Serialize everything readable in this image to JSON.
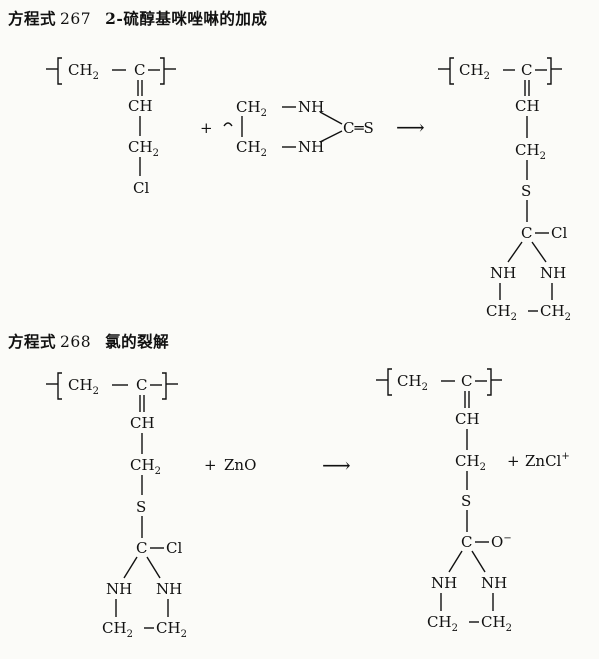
{
  "equation_267": {
    "label": "方程式",
    "number": "267",
    "title": "2-硫醇基咪唑啉的加成"
  },
  "equation_268": {
    "label": "方程式",
    "number": "268",
    "title": "氯的裂解"
  },
  "chem": {
    "ch2": "CH",
    "sub2": "2",
    "c": "C",
    "ch": "CH",
    "cl": "Cl",
    "s": "S",
    "nh": "NH",
    "cs_double": "C═S",
    "plus": "+",
    "arrow": "⟶",
    "zno": "ZnO",
    "zncl": "ZnCl",
    "zncl_charge": "+",
    "oxide": "O",
    "oxide_charge": "−"
  }
}
